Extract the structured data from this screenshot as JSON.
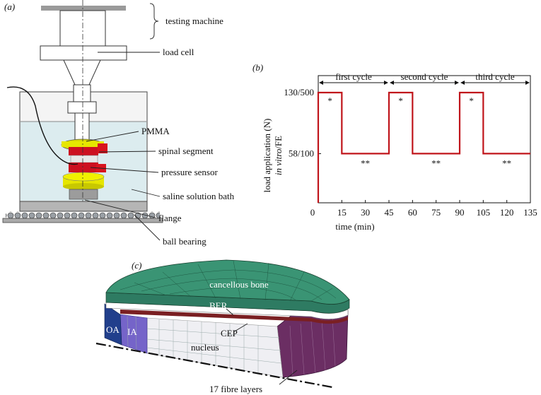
{
  "panel_a": {
    "tag": "(a)",
    "labels": {
      "testing_machine": "testing machine",
      "load_cell": "load cell",
      "pmma": "PMMA",
      "spinal_segment": "spinal segment",
      "pressure_sensor": "pressure sensor",
      "saline_bath": "saline solution bath",
      "flange": "flange",
      "ball_bearing": "ball bearing"
    }
  },
  "panel_b": {
    "tag": "(b)",
    "cycle_labels": [
      "first cycle",
      "second cycle",
      "third cycle"
    ],
    "high_marker": "*",
    "low_marker": "**",
    "ylabel_line1": "load application (N)",
    "ylabel_line2_italic": "in vitro",
    "ylabel_line2_rest": "/FE",
    "xlabel": "time (min)",
    "origin_label": "0"
  },
  "panel_c": {
    "tag": "(c)",
    "labels": {
      "cancellous_bone": "cancellous bone",
      "ber": "BER",
      "cep": "CEP",
      "oa": "OA",
      "ia": "IA",
      "nucleus": "nucleus",
      "fibre_layers": "17 fibre layers"
    }
  },
  "chart_data": {
    "type": "line",
    "x_ticks": [
      15,
      30,
      45,
      60,
      75,
      90,
      105,
      120,
      135
    ],
    "y_ticks": [
      "58/100",
      "130/500"
    ],
    "xlim": [
      0,
      135
    ],
    "y_tick_values": [
      58,
      130
    ],
    "ylim": [
      0,
      150
    ],
    "series": [
      {
        "color": "#c0151b",
        "x": [
          0,
          0,
          15,
          15,
          45,
          45,
          60,
          60,
          90,
          90,
          105,
          105,
          135
        ],
        "y": [
          0,
          130,
          130,
          58,
          58,
          130,
          130,
          58,
          58,
          130,
          130,
          58,
          58
        ]
      }
    ],
    "cycles": [
      {
        "label": "first cycle",
        "x_range": [
          0,
          45
        ]
      },
      {
        "label": "second cycle",
        "x_range": [
          45,
          90
        ]
      },
      {
        "label": "third cycle",
        "x_range": [
          90,
          135
        ]
      }
    ],
    "grid": false
  }
}
